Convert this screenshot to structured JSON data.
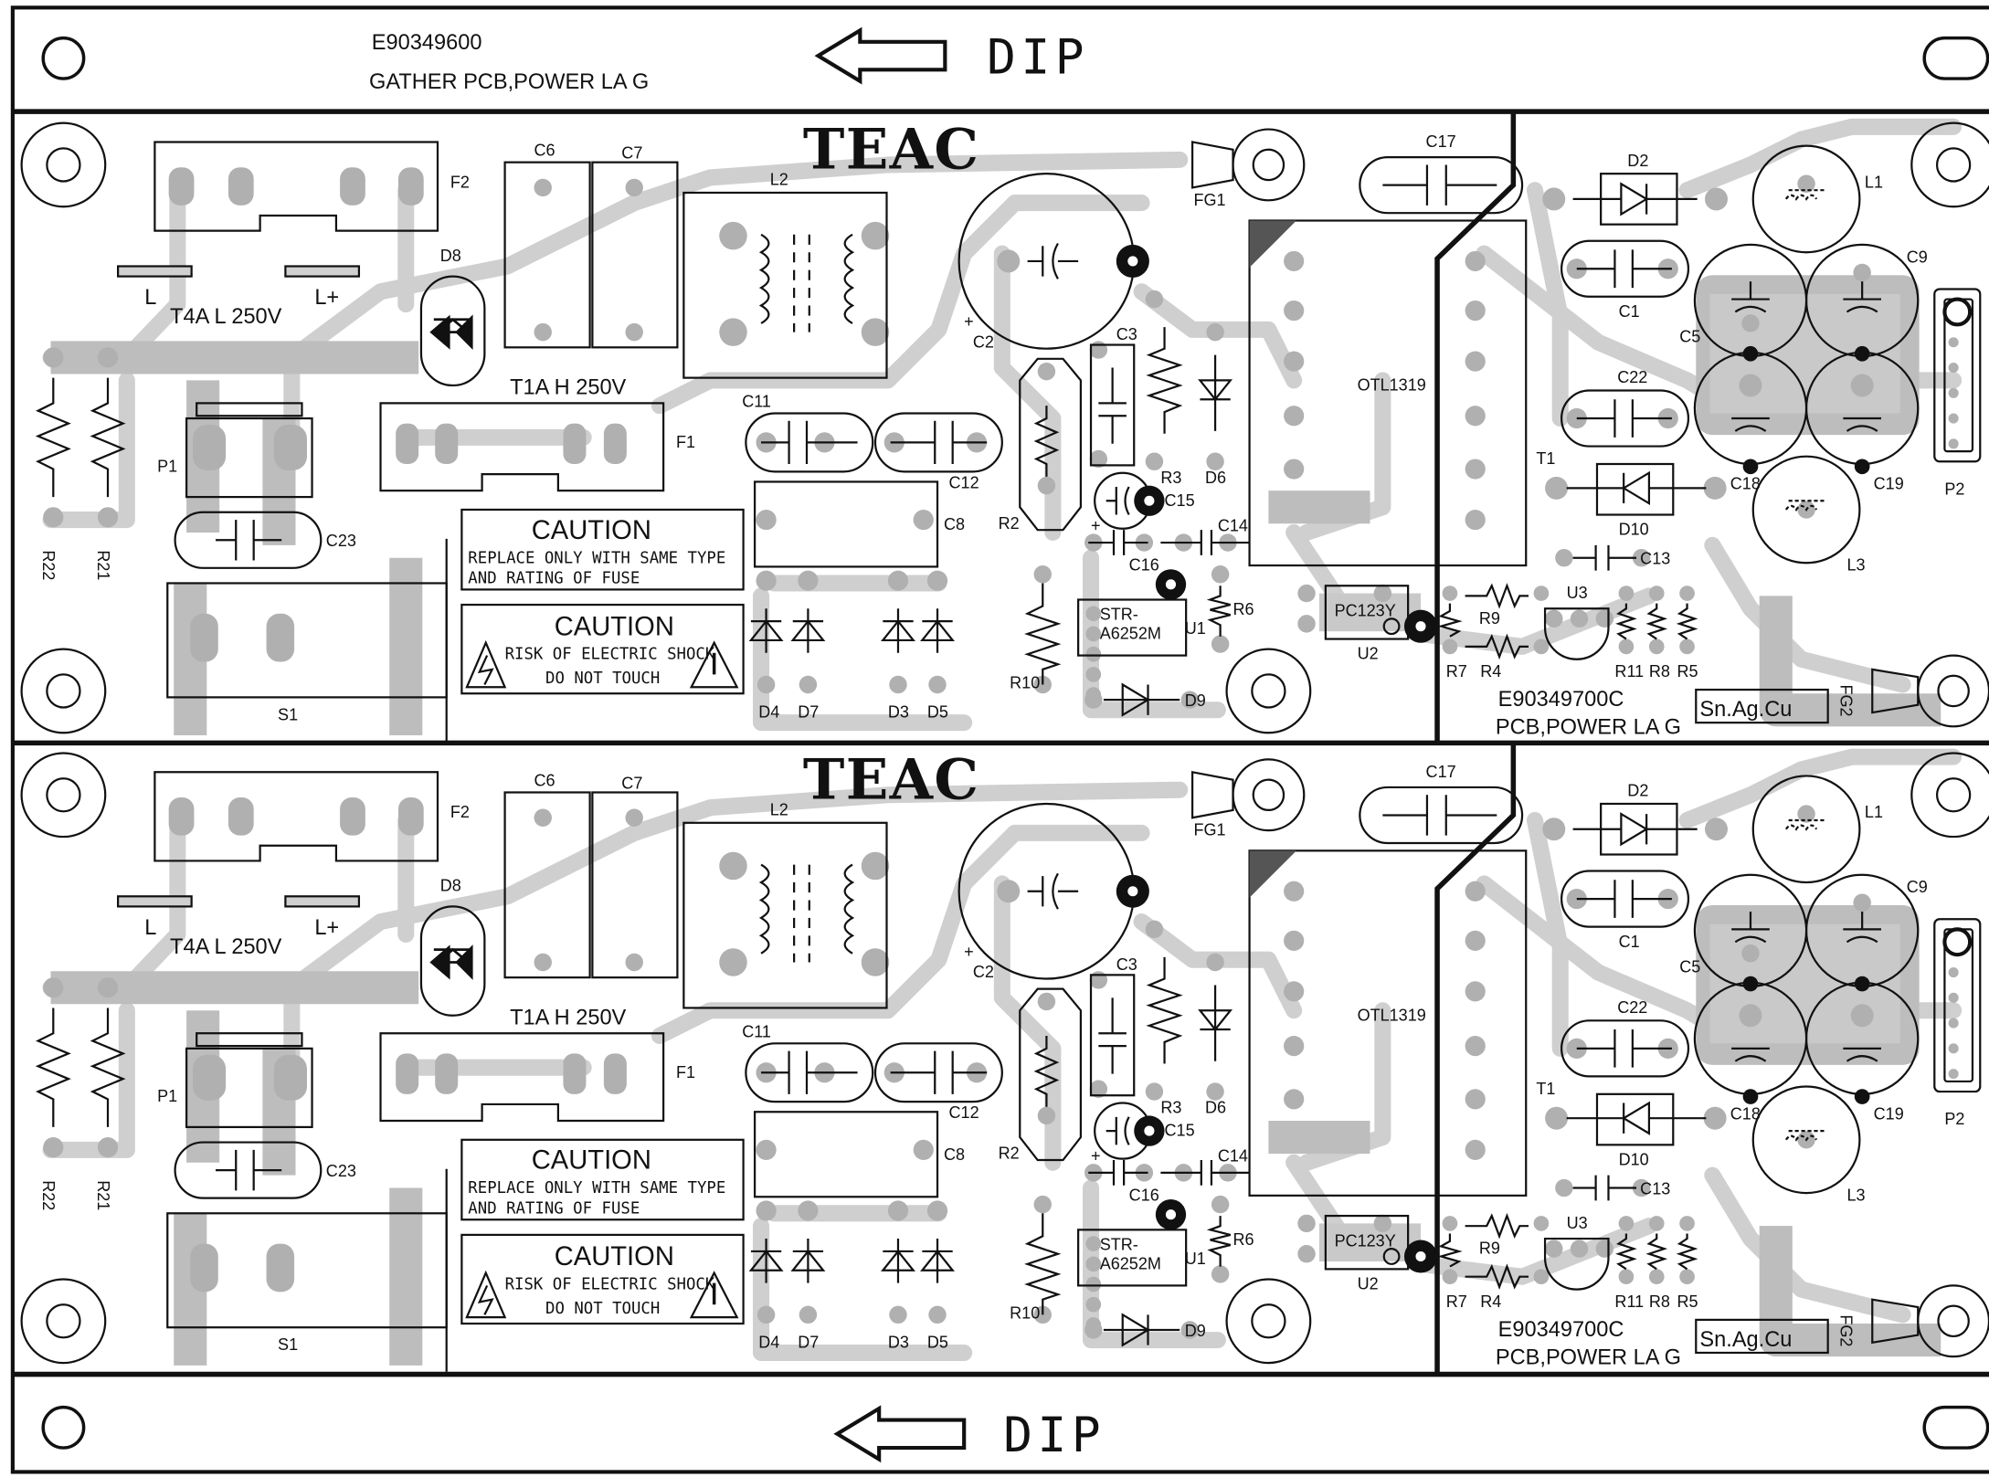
{
  "frame": {
    "panel_code": "E90349600",
    "panel_name": "GATHER PCB,POWER LA G",
    "dip_label_top": "DIP",
    "dip_label_bottom": "DIP"
  },
  "boards": [
    {
      "brand": "TEAC",
      "pcb_code": "E90349700C",
      "pcb_name": "PCB,POWER LA G",
      "material": "Sn.Ag.Cu",
      "fuse_f2_rating": "T4A L 250V",
      "fuse_f1_rating": "T1A H 250V",
      "ic_main": "OTL1319",
      "ic_opto": "PC123Y",
      "ic_regulator_line1": "STR-",
      "ic_regulator_line2": "A6252M",
      "caution1_title": "CAUTION",
      "caution1_line1": "REPLACE ONLY WITH SAME TYPE",
      "caution1_line2": "AND RATING OF FUSE",
      "caution2_title": "CAUTION",
      "caution2_line1": "RISK OF ELECTRIC SHOCK",
      "caution2_line2": "DO NOT  TOUCH",
      "refs": {
        "F2": "F2",
        "F1": "F1",
        "L_term": "L",
        "Lplus_term": "L+",
        "D8": "D8",
        "C6": "C6",
        "C7": "C7",
        "L2": "L2",
        "P1": "P1",
        "C11": "C11",
        "C12": "C12",
        "C8": "C8",
        "C23": "C23",
        "R22": "R22",
        "R21": "R21",
        "S1": "S1",
        "D4": "D4",
        "D7": "D7",
        "D3": "D3",
        "D5": "D5",
        "C2": "C2",
        "C3": "C3",
        "R2": "R2",
        "R3": "R3",
        "D6": "D6",
        "C15": "C15",
        "C14": "C14",
        "C16": "C16",
        "U1": "U1",
        "R6": "R6",
        "R10": "R10",
        "D9": "D9",
        "FG1": "FG1",
        "FG2": "FG2",
        "C17": "C17",
        "U2": "U2",
        "R7": "R7",
        "R4": "R4",
        "R9": "R9",
        "U3": "U3",
        "R11": "R11",
        "R8": "R8",
        "R5": "R5",
        "D2": "D2",
        "C1": "C1",
        "C22": "C22",
        "T1": "T1",
        "D10": "D10",
        "C13": "C13",
        "L1": "L1",
        "C9": "C9",
        "C5": "C5",
        "C18": "C18",
        "C19": "C19",
        "L3": "L3",
        "P2": "P2",
        "plus": "+"
      }
    },
    {
      "brand": "TEAC",
      "pcb_code": "E90349700C",
      "pcb_name": "PCB,POWER LA G",
      "material": "Sn.Ag.Cu",
      "fuse_f2_rating": "T4A L 250V",
      "fuse_f1_rating": "T1A H 250V",
      "ic_main": "OTL1319",
      "ic_opto": "PC123Y",
      "ic_regulator_line1": "STR-",
      "ic_regulator_line2": "A6252M",
      "caution1_title": "CAUTION",
      "caution1_line1": "REPLACE ONLY WITH SAME TYPE",
      "caution1_line2": "AND RATING OF FUSE",
      "caution2_title": "CAUTION",
      "caution2_line1": "RISK OF ELECTRIC SHOCK",
      "caution2_line2": "DO NOT  TOUCH",
      "refs": {
        "F2": "F2",
        "F1": "F1",
        "L_term": "L",
        "Lplus_term": "L+",
        "D8": "D8",
        "C6": "C6",
        "C7": "C7",
        "L2": "L2",
        "P1": "P1",
        "C11": "C11",
        "C12": "C12",
        "C8": "C8",
        "C23": "C23",
        "R22": "R22",
        "R21": "R21",
        "S1": "S1",
        "D4": "D4",
        "D7": "D7",
        "D3": "D3",
        "D5": "D5",
        "C2": "C2",
        "C3": "C3",
        "R2": "R2",
        "R3": "R3",
        "D6": "D6",
        "C15": "C15",
        "C14": "C14",
        "C16": "C16",
        "U1": "U1",
        "R6": "R6",
        "R10": "R10",
        "D9": "D9",
        "FG1": "FG1",
        "FG2": "FG2",
        "C17": "C17",
        "U2": "U2",
        "R7": "R7",
        "R4": "R4",
        "R9": "R9",
        "U3": "U3",
        "R11": "R11",
        "R8": "R8",
        "R5": "R5",
        "D2": "D2",
        "C1": "C1",
        "C22": "C22",
        "T1": "T1",
        "D10": "D10",
        "C13": "C13",
        "L1": "L1",
        "C9": "C9",
        "C5": "C5",
        "C18": "C18",
        "C19": "C19",
        "L3": "L3",
        "P2": "P2",
        "plus": "+"
      }
    }
  ]
}
